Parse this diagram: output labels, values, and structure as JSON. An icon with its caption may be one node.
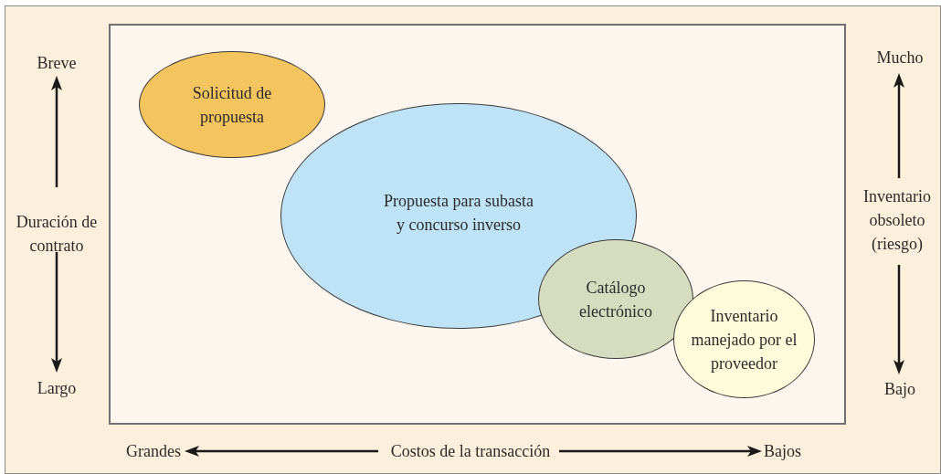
{
  "diagram": {
    "nodes": [
      {
        "text": [
          "Solicitud de propuesta"
        ]
      },
      {
        "text": [
          "Propuesta para subasta y concurso inverso"
        ]
      },
      {
        "text": [
          "Catálogo electrónico"
        ]
      },
      {
        "text": [
          "Inventario manejado por el proveedor"
        ]
      }
    ],
    "labels": [
      "Breve",
      "Duración de contrato",
      "Largo",
      "Mucho",
      "Inventario obsoleto (riesgo)",
      "Bajo",
      "Grandes",
      "Costos de la transacción",
      "Bajos"
    ]
  }
}
